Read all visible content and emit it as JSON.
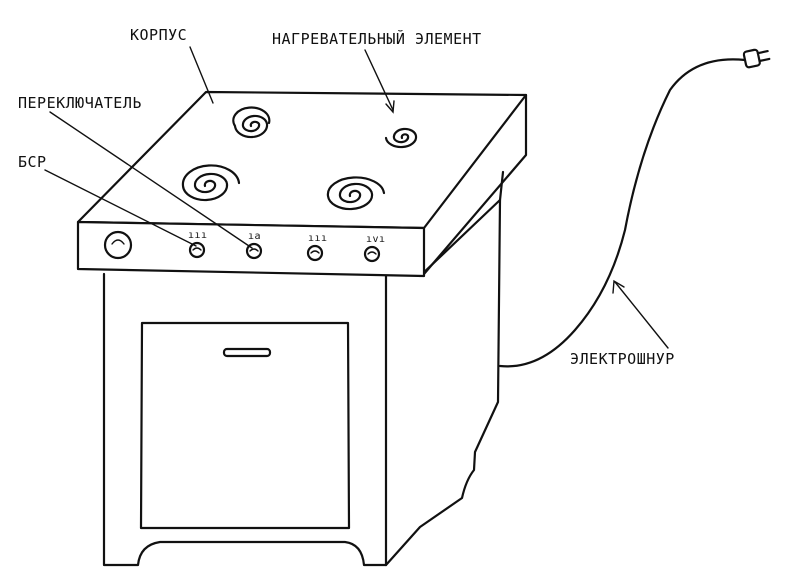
{
  "labels": {
    "korpus": "КОРПУС",
    "heating_element": "НАГРЕВАТЕЛЬНЫЙ ЭЛЕМЕНТ",
    "switch": "ПЕРЕКЛЮЧАТЕЛЬ",
    "bsr": "БСР",
    "cord": "ЭЛЕКТРОШНУР"
  },
  "dial_marks": [
    "ııı",
    "ıa",
    "ııı",
    "ıvı"
  ]
}
